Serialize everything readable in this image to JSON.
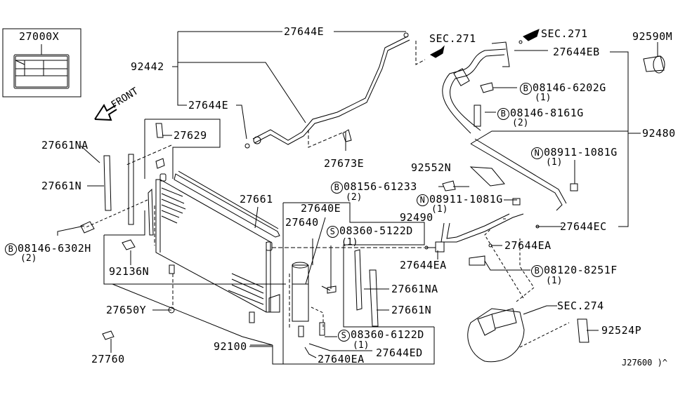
{
  "diagram": {
    "title": "A/C Condenser, Piping & Compressor Parts Diagram",
    "front_label": "FRONT",
    "stamp": "J27600 )^",
    "label_box": {
      "part": "27000X"
    },
    "parts": {
      "p92442": "92442",
      "p27644E_top": "27644E",
      "p27644E_mid": "27644E",
      "p27673E": "27673E",
      "p27629": "27629",
      "p27661NA_left": "27661NA",
      "p27661N_left": "27661N",
      "p08146_6302H": {
        "prefix": "B",
        "number": "08146-6302H",
        "qty": "(2)"
      },
      "p92136N": "92136N",
      "p27650Y": "27650Y",
      "p27760": "27760",
      "p92100": "92100",
      "p27661": "27661",
      "p27640E": "27640E",
      "p27640": "27640",
      "p08360_5122D": {
        "prefix": "S",
        "number": "08360-5122D",
        "qty": "(1)"
      },
      "p27644EA_left": "27644EA",
      "p27661NA_right": "27661NA",
      "p27661N_right": "27661N",
      "p08360_6122D": {
        "prefix": "S",
        "number": "08360-6122D",
        "qty": "(1)"
      },
      "p27644ED": "27644ED",
      "p27640EA": "27640EA",
      "sec271_left": "SEC.271",
      "sec271_right": "SEC.271",
      "p27644EB": "27644EB",
      "p92590M": "92590M",
      "p08146_6202G": {
        "prefix": "B",
        "number": "08146-6202G",
        "qty": "(1)"
      },
      "p08146_8161G": {
        "prefix": "B",
        "number": "08146-8161G",
        "qty": "(2)"
      },
      "p92480": "92480",
      "p08911_1081G_right": {
        "prefix": "N",
        "number": "08911-1081G",
        "qty": "(1)"
      },
      "p92552N": "92552N",
      "p08156_61233": {
        "prefix": "B",
        "number": "08156-61233",
        "qty": "(2)"
      },
      "p08911_1081G_mid": {
        "prefix": "N",
        "number": "08911-1081G",
        "qty": "(1)"
      },
      "p92490": "92490",
      "p27644EC": "27644EC",
      "p27644EA_right": "27644EA",
      "p08120_8251F": {
        "prefix": "B",
        "number": "08120-8251F",
        "qty": "(1)"
      },
      "sec274": "SEC.274",
      "p92524P": "92524P"
    }
  }
}
